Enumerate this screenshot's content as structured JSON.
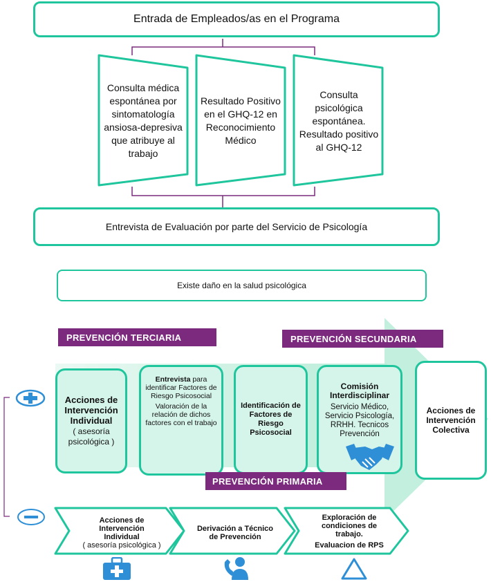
{
  "top": {
    "entry_label": "Entrada de Empleados/as en el Programa",
    "trapezoids": [
      "Consulta médica espontánea por sintomatología ansiosa-depresiva que atribuye al trabajo",
      "Resultado Positivo en el GHQ-12 en Reconocimiento Médico",
      "Consulta psicológica espontánea. Resultado positivo al GHQ-12"
    ],
    "interview_label": "Entrevista de Evaluación por parte del Servicio de Psicología",
    "damage_label": "Existe daño en la salud psicológica"
  },
  "bands": {
    "tertiary": "PREVENCIÓN TERCIARIA",
    "secondary": "PREVENCIÓN SECUNDARIA",
    "primary": "PREVENCIÓN PRIMARIA"
  },
  "cards": {
    "c1_title": "Acciones de Intervención Individual",
    "c1_sub": "( asesoría psicológica )",
    "c2_title": "Entrevista",
    "c2_title_rest": " para identificar Factores de Riesgo Psicosocial",
    "c2_sub": "Valoración de la relación de dichos factores con el trabajo",
    "c3_title": "Identificación de Factores de Riesgo Psicosocial",
    "c4_title": "Comisión Interdisciplinar",
    "c4_sub": "Servicio Médico, Servicio Psicología, RRHH. Tecnicos Prevención",
    "c5_title": "Acciones de Intervención Colectiva"
  },
  "chevrons": {
    "ch1_title": "Acciones de Intervención Individual",
    "ch1_sub": "( asesoría psicológica )",
    "ch2_title": "Derivación a Técnico de Prevención",
    "ch3_title": "Exploración de condiciones de trabajo.",
    "ch3_sub": "Evaluacion de RPS"
  },
  "icons": {
    "plus": "plus-circle-icon",
    "minus": "minus-circle-icon",
    "medical_kit": "medical-kit-icon",
    "phone_person": "phone-support-icon",
    "warning": "warning-triangle-icon",
    "handshake": "handshake-icon"
  },
  "colors": {
    "teal": "#1fc59c",
    "purple": "#7b2a7e",
    "icon_blue": "#2e8fd6",
    "light_green": "#d6f5ea"
  }
}
